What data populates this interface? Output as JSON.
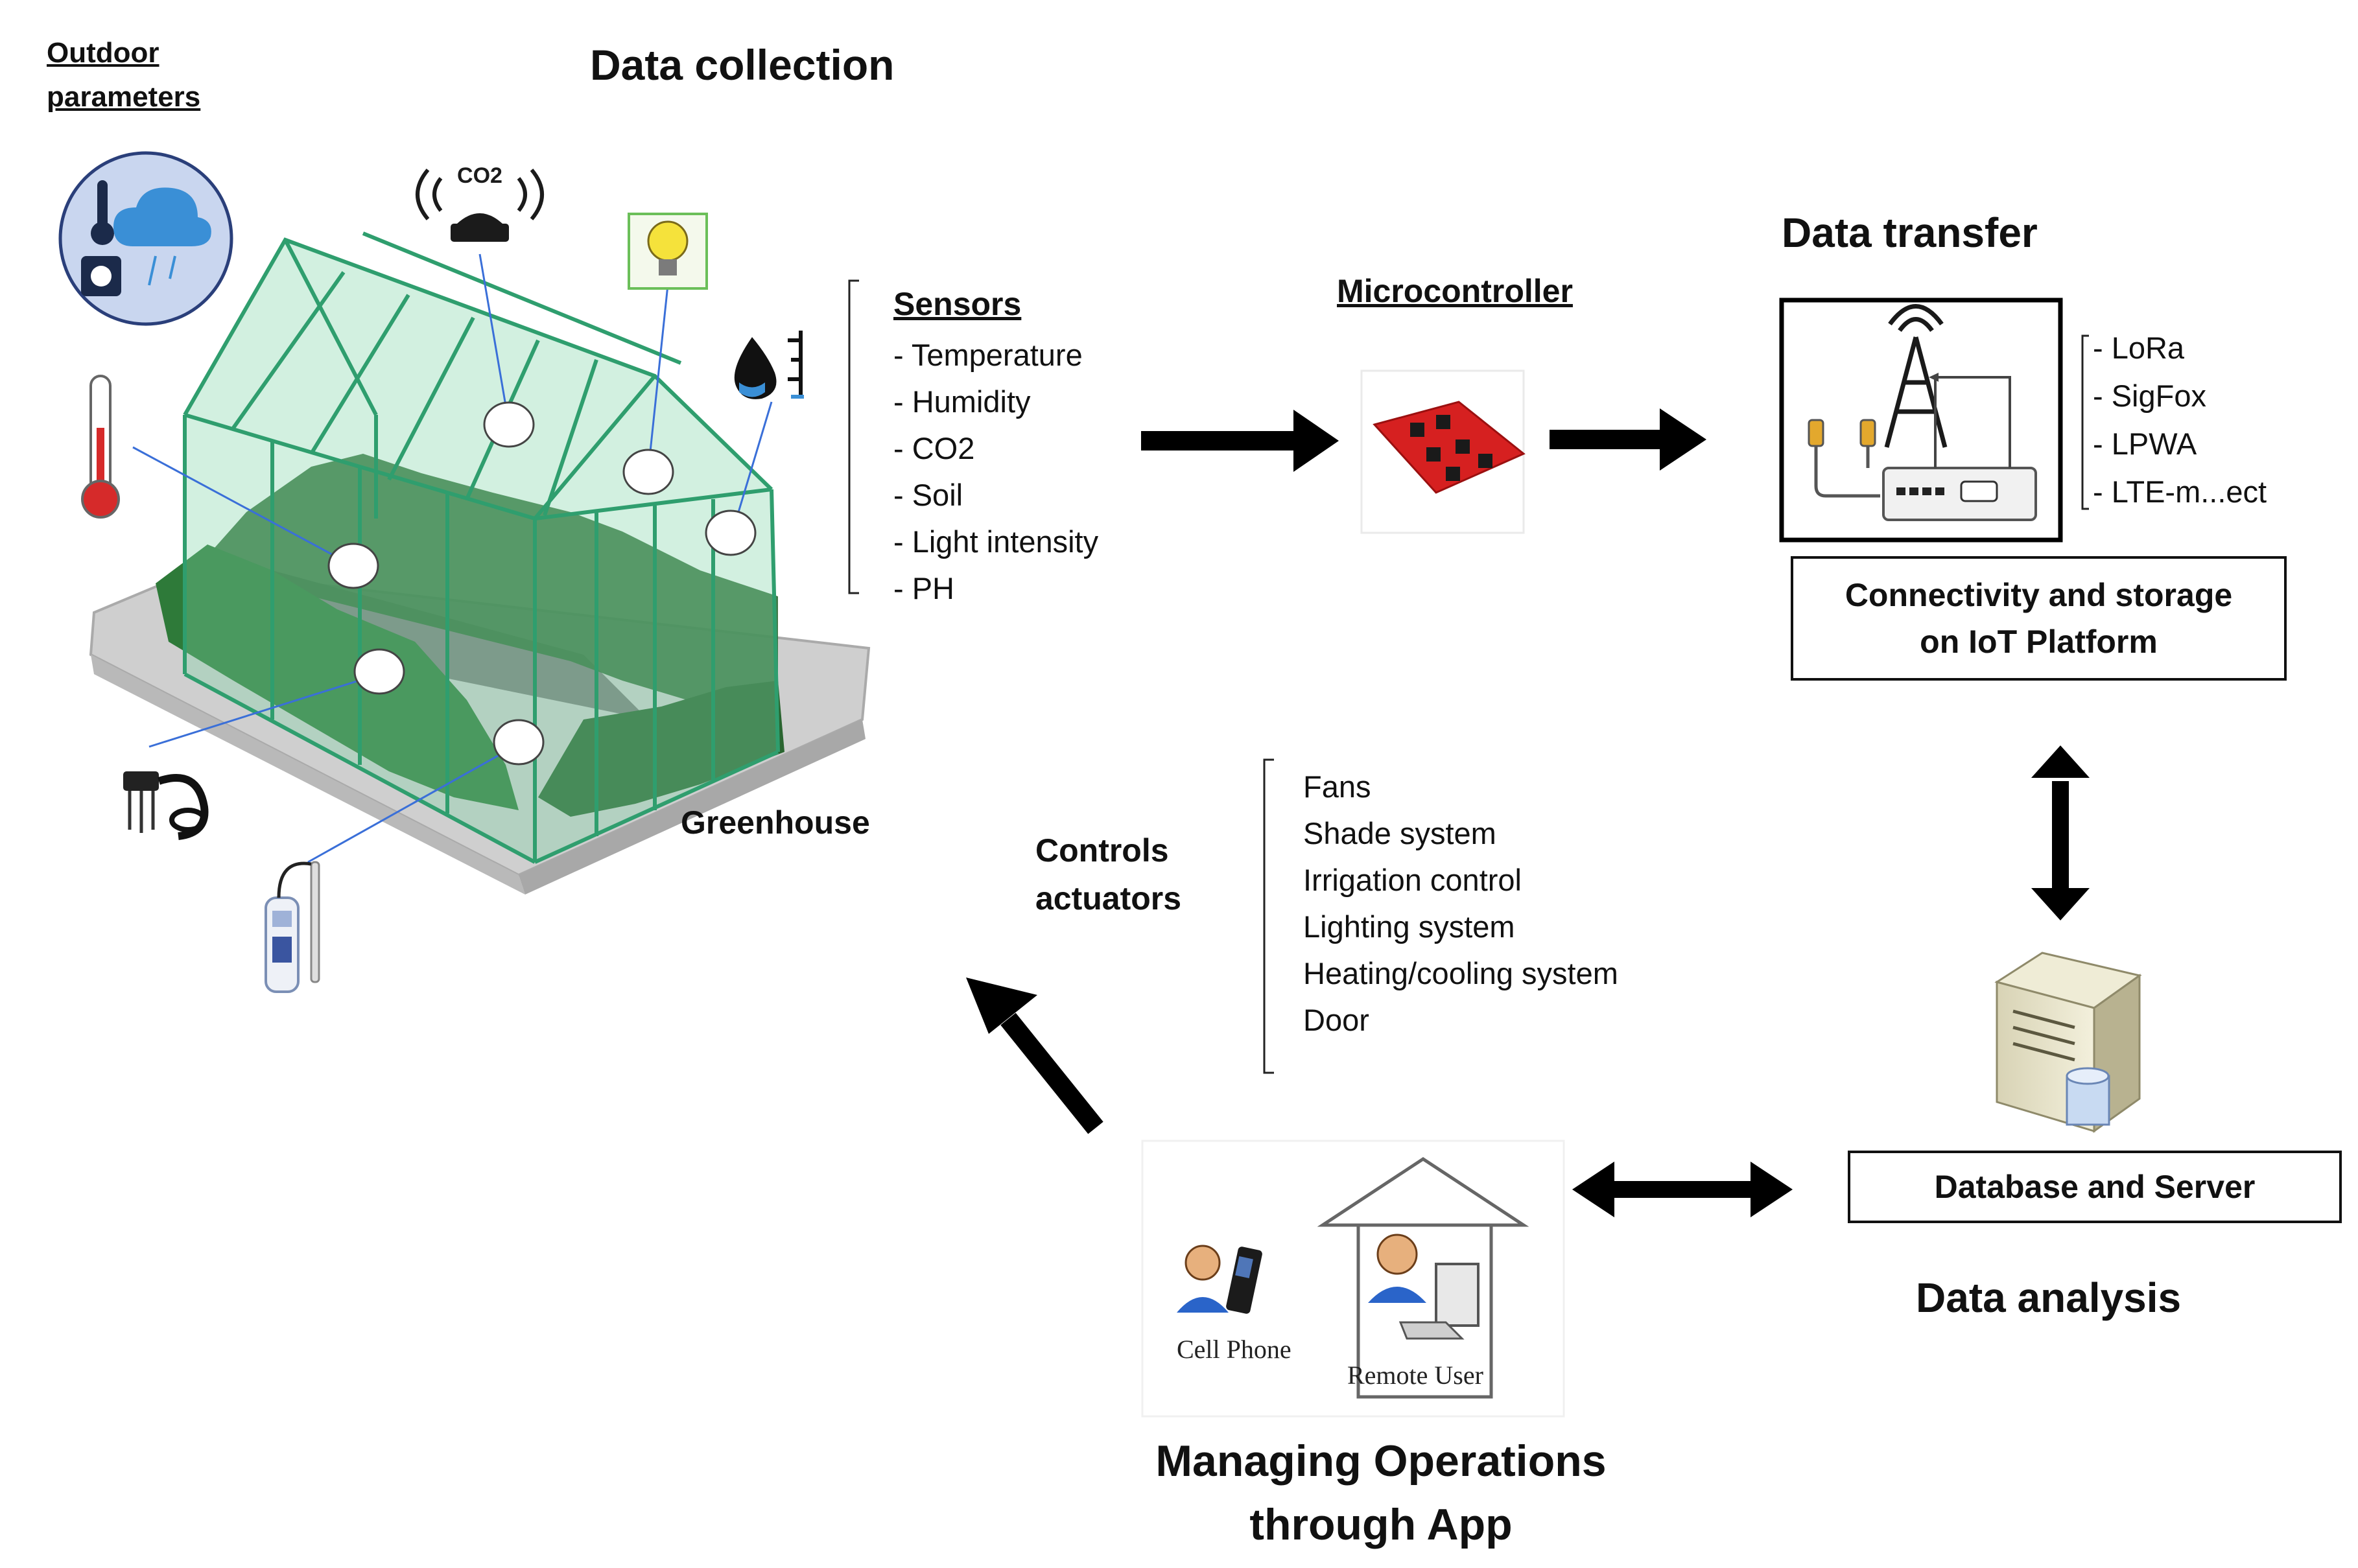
{
  "titles": {
    "outdoor_line1": "Outdoor",
    "outdoor_line2": "parameters",
    "data_collection": "Data collection",
    "data_transfer": "Data transfer",
    "microcontroller": "Microcontroller",
    "greenhouse": "Greenhouse",
    "data_analysis": "Data analysis",
    "managing_line1": "Managing Operations",
    "managing_line2": "through App",
    "controls_line1": "Controls",
    "controls_line2": "actuators"
  },
  "sensors": {
    "heading": "Sensors",
    "items": [
      "- Temperature",
      "- Humidity",
      "- CO2",
      "- Soil",
      "- Light intensity",
      "- PH"
    ]
  },
  "connectivity": {
    "items": [
      "- LoRa",
      "- SigFox",
      "- LPWA",
      "- LTE-m...ect"
    ],
    "box_line1": "Connectivity and storage",
    "box_line2": "on IoT Platform"
  },
  "actuators": {
    "items": [
      "Fans",
      "Shade system",
      "Irrigation control",
      "Lighting system",
      "Heating/cooling system",
      "Door"
    ]
  },
  "server": {
    "label": "Database and Server"
  },
  "app": {
    "cell_phone": "Cell Phone",
    "remote_user": "Remote User"
  },
  "icons": {
    "co2_label": "CO2",
    "names": [
      "weather-icon",
      "thermometer-icon",
      "co2-sensor-icon",
      "light-bulb-icon",
      "water-level-icon",
      "soil-probe-icon",
      "ph-meter-icon",
      "microcontroller-board-icon",
      "cell-tower-icon",
      "gateway-router-icon",
      "server-icon",
      "phone-user-icon",
      "remote-user-icon"
    ]
  },
  "colors": {
    "greenhouse_frame": "#2f9e6e",
    "plants": "#2d6b34",
    "accent_blue": "#3a6fd8",
    "arrow": "#000000"
  }
}
